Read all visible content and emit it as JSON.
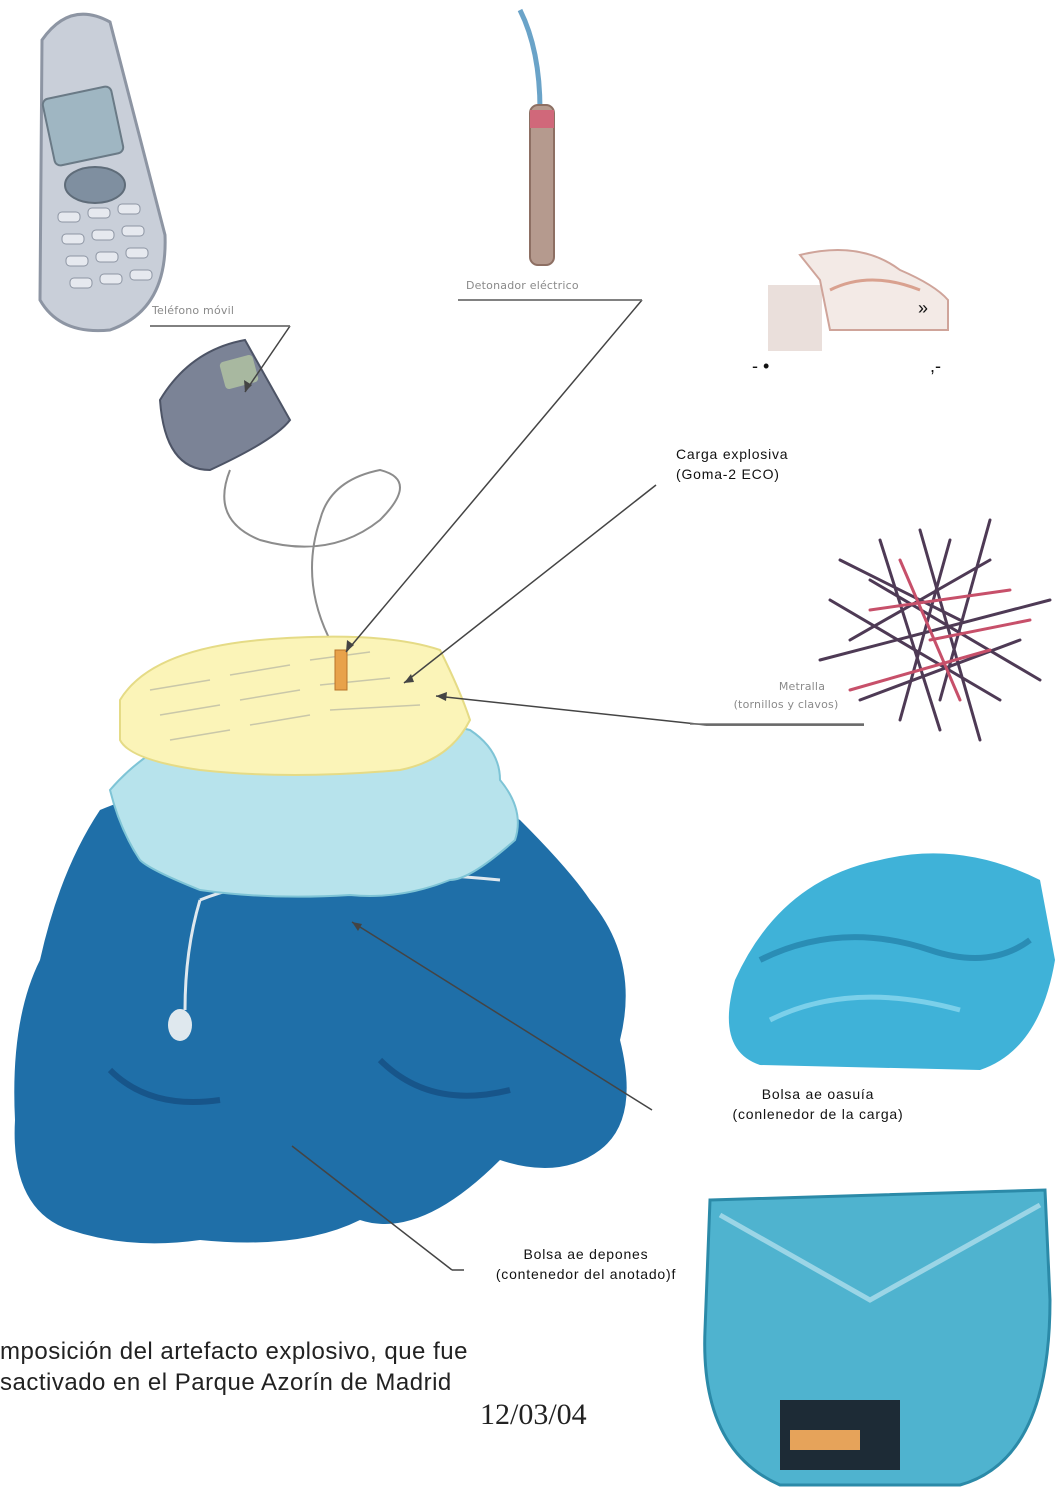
{
  "labels": {
    "telefono": "Teléfono móvil",
    "detonador": "Detonador eléctrico",
    "carga_line1": "Carga explosiva",
    "carga_line2": "(Goma-2 ECO)",
    "metralla_line1": "Metralla",
    "metralla_line2": "(tornillos y clavos)",
    "basura_line1": "Bolsa ae oasuía",
    "basura_line2": "(conlenedor de la carga)",
    "deportes_line1": "Bolsa ae depones",
    "deportes_line2": "(contenedor del anotado)f"
  },
  "caption": {
    "line1": "mposición del artefacto  explosivo, que fue",
    "line2": "sactivado en el Parque Azorín de Madrid",
    "date": "12/03/04"
  },
  "ocr_fragments": {
    "quote": "»",
    "dash_bullet": "- •",
    "comma_dash": ",-"
  }
}
